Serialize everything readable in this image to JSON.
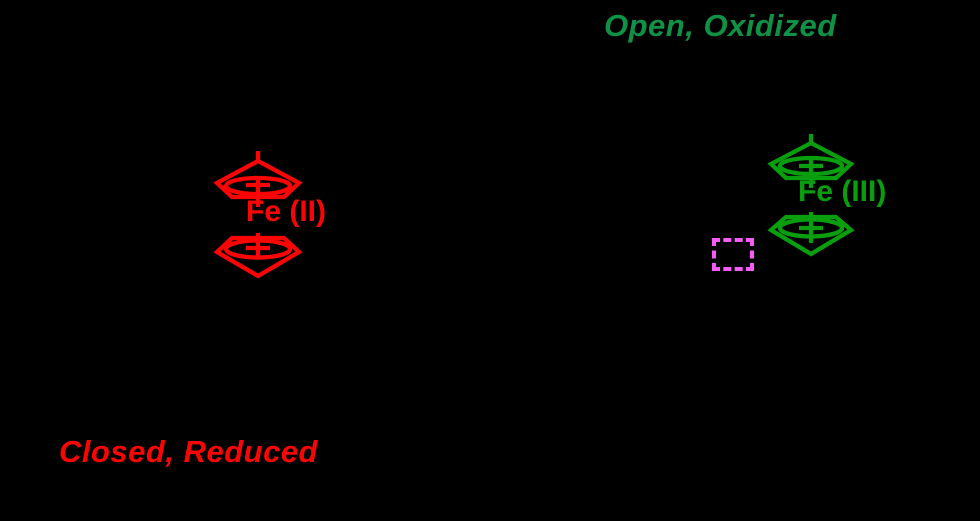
{
  "scene": {
    "background": "#000000",
    "state_labels": {
      "open": "Open, Oxidized",
      "closed": "Closed, Reduced"
    },
    "molecules": {
      "reduced_ferrocene": {
        "metal_label": "Fe (II)",
        "color": "#fc0404"
      },
      "oxidized_ferrocene": {
        "metal_label": "Fe (III)",
        "color": "#089e0d"
      }
    },
    "colors": {
      "red": "#fc0404",
      "green_structure": "#089e0d",
      "green_label": "#0f9146",
      "magenta": "#fa5afa",
      "background": "#000000"
    }
  }
}
